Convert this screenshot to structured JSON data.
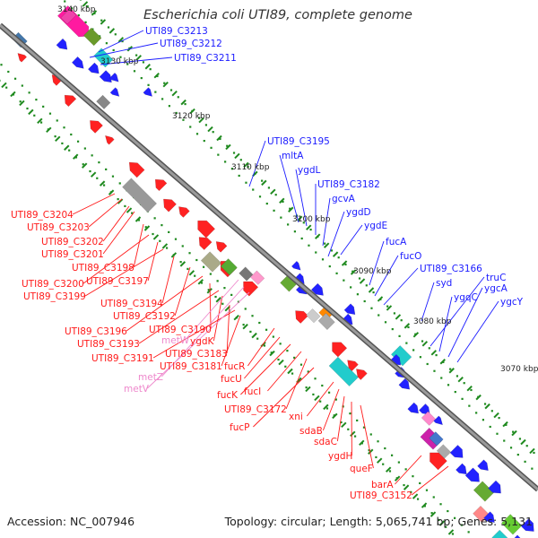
{
  "title": "Escherichia coli UTI89, complete genome",
  "footer": {
    "accession": "Accession: NC_007946",
    "topology": "Topology: circular; Length: 5,065,741 bp; Genes: 5,131"
  },
  "colors": {
    "background": "#ffffff",
    "backbone": "#7a7a7a",
    "forward_genes": "#1b1bff",
    "reverse_genes": "#ff1a1a",
    "rna_genes": "#ee88cc",
    "tick_marks": "#1f8a1f",
    "title_text": "#333333"
  },
  "position_labels": [
    "3140 kbp",
    "3130 kbp",
    "3120 kbp",
    "3110 kbp",
    "3100 kbp",
    "3090 kbp",
    "3080 kbp",
    "3070 kbp"
  ],
  "forward_labels": [
    "UTI89_C3213",
    "UTI89_C3212",
    "UTI89_C3211",
    "UTI89_C3195",
    "mltA",
    "ygdL",
    "UTI89_C3182",
    "gcvA",
    "ygdD",
    "ygdE",
    "fucA",
    "fucO",
    "UTI89_C3166",
    "syd",
    "truC",
    "ygqC",
    "ygcA",
    "ygcY"
  ],
  "reverse_labels": [
    "UTI89_C3204",
    "UTI89_C3203",
    "UTI89_C3202",
    "UTI89_C3201",
    "UTI89_C3198",
    "UTI89_C3200",
    "UTI89_C3197",
    "UTI89_C3199",
    "UTI89_C3194",
    "UTI89_C3192",
    "UTI89_C3196",
    "UTI89_C3190",
    "UTI89_C3193",
    "ygdK",
    "UTI89_C3183",
    "UTI89_C3191",
    "UTI89_C3181",
    "fucR",
    "fucU",
    "fucK",
    "fucI",
    "UTI89_C3172",
    "fucP",
    "xni",
    "sdaB",
    "sdaC",
    "ygdH",
    "queF",
    "barA",
    "UTI89_C3152"
  ],
  "rna_labels": [
    "metW",
    "metZ",
    "metV"
  ]
}
